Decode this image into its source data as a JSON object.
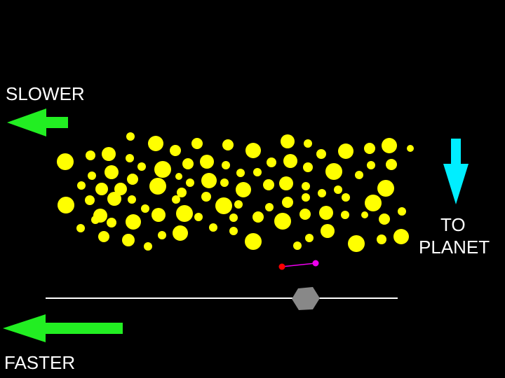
{
  "labels": {
    "slower": "SLOWER",
    "faster": "FASTER",
    "to_planet_line1": "TO",
    "to_planet_line2": "PLANET"
  },
  "colors": {
    "background": "#000000",
    "particles": "#ffff00",
    "slower_arrow": "#22ee22",
    "faster_arrow": "#22ee22",
    "planet_arrow": "#00eeff",
    "orbit_line": "#ffffff",
    "planet": "#888888",
    "red_dot": "#ff0000",
    "magenta_dot": "#ee00ee",
    "link_line": "#ee00ee"
  },
  "icons": {
    "slower_arrow": "left-arrow-icon",
    "faster_arrow": "left-arrow-icon",
    "planet_arrow": "down-arrow-icon",
    "planet": "planet-polygon"
  }
}
